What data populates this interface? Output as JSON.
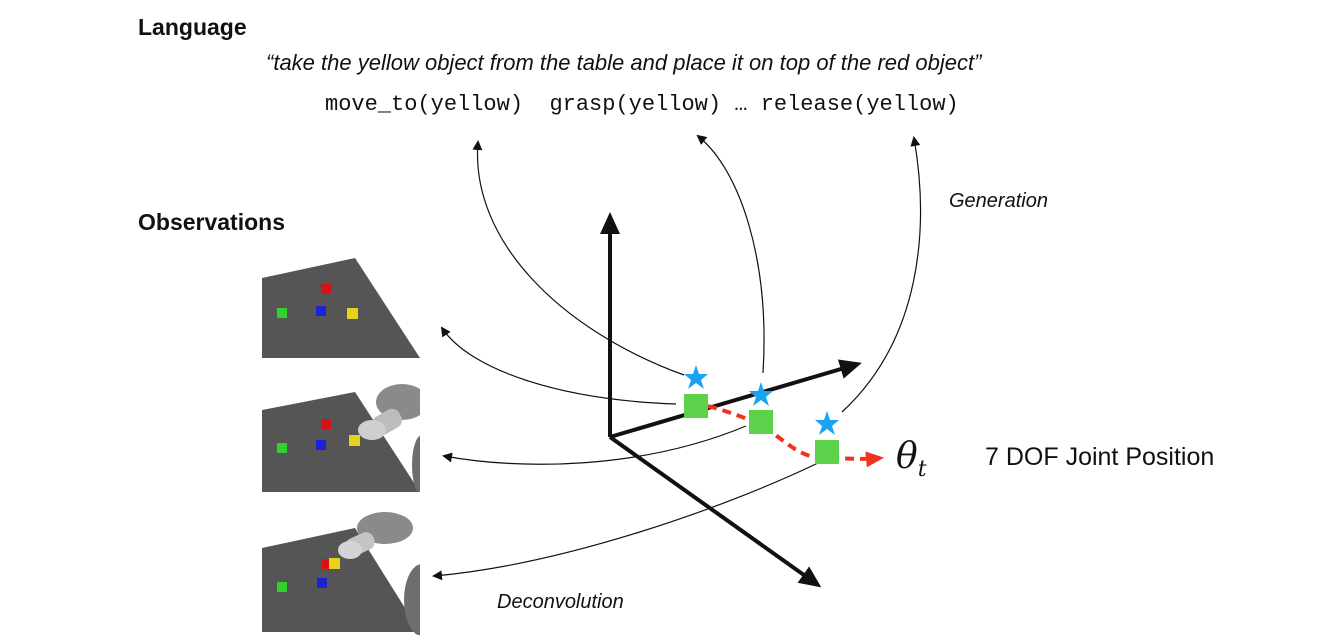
{
  "language": {
    "heading": "Language",
    "instruction": "“take the yellow object from the table and place it on top of the red object”",
    "commands": [
      "move_to(yellow)",
      "grasp(yellow)",
      "…",
      "release(yellow)"
    ]
  },
  "observations": {
    "heading": "Observations",
    "frames": [
      {
        "name": "frame-1",
        "cubes": [
          "green",
          "red",
          "blue",
          "yellow"
        ],
        "robot_arm_visible": false
      },
      {
        "name": "frame-2",
        "cubes": [
          "green",
          "red",
          "blue",
          "yellow"
        ],
        "robot_arm_visible": true
      },
      {
        "name": "frame-3",
        "cubes": [
          "green",
          "red",
          "blue",
          "yellow"
        ],
        "robot_arm_visible": true
      }
    ]
  },
  "latent_space": {
    "generation_label": "Generation",
    "deconvolution_label": "Deconvolution",
    "theta_symbol": "θ",
    "theta_subscript": "t",
    "joint_label": "7 DOF Joint Position",
    "point_count": 3
  },
  "colors": {
    "star": "#1aa3f0",
    "latent_point": "#5cd14a",
    "trajectory": "#f0321e",
    "table": "#555555",
    "cube_green": "#2fd12f",
    "cube_red": "#d81212",
    "cube_blue": "#1c22d6",
    "cube_yellow": "#e6d31a"
  }
}
